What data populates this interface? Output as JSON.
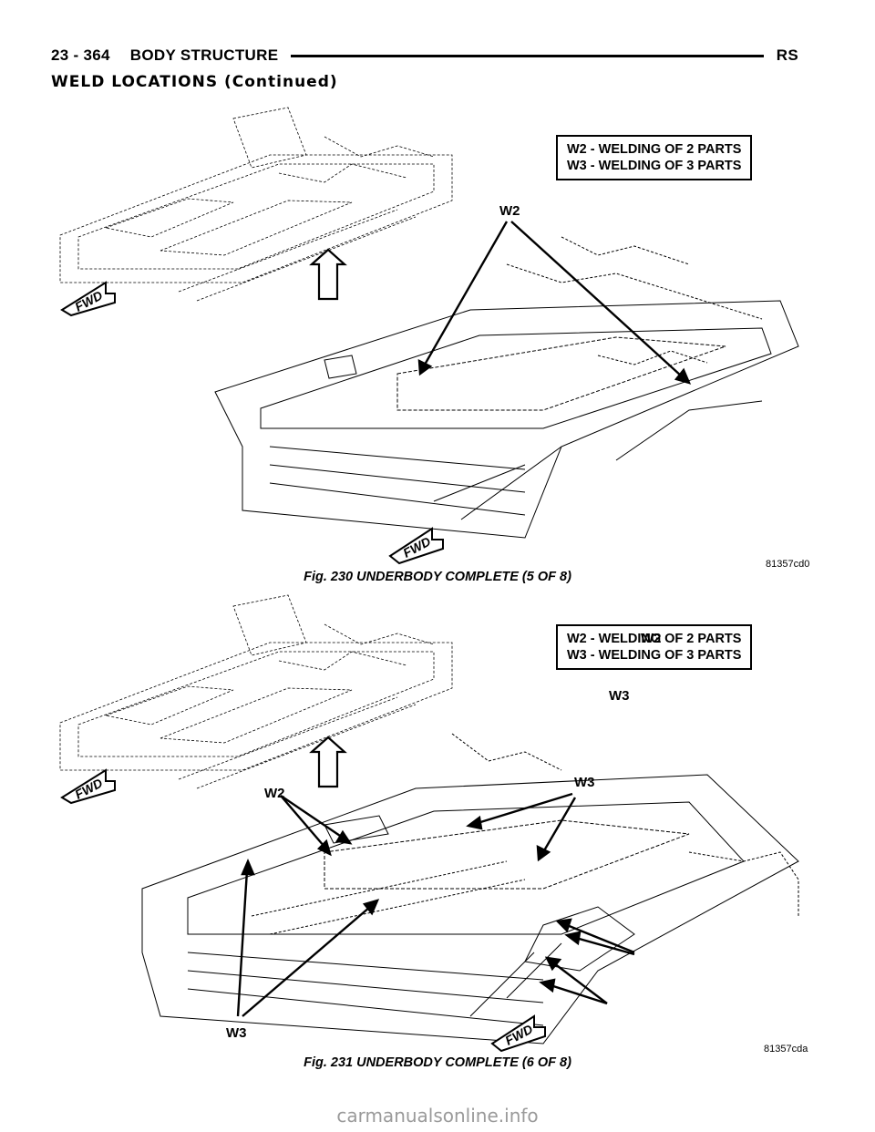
{
  "header": {
    "page_number": "23 - 364",
    "section": "BODY STRUCTURE",
    "model": "RS"
  },
  "section_title": "WELD LOCATIONS (Continued)",
  "figures": [
    {
      "legend": [
        "W2 - WELDING OF 2 PARTS",
        "W3 - WELDING OF 3 PARTS"
      ],
      "callouts": [
        "W2"
      ],
      "fwd_label": "FWD",
      "ref_code": "81357cd0",
      "caption": "Fig. 230 UNDERBODY COMPLETE (5 OF 8)"
    },
    {
      "legend": [
        "W2 - WELDING OF 2 PARTS",
        "W3 - WELDING OF 3 PARTS"
      ],
      "callouts": [
        "W2",
        "W3",
        "W2",
        "W3",
        "W3"
      ],
      "fwd_label": "FWD",
      "ref_code": "81357cda",
      "caption": "Fig. 231 UNDERBODY COMPLETE (6 OF 8)"
    }
  ],
  "watermark": "carmanualsonline.info"
}
